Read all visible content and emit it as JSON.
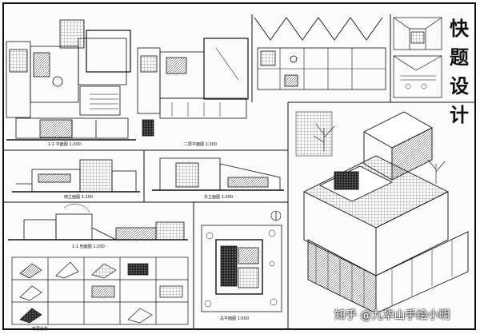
{
  "title_chars": [
    "快",
    "题",
    "设",
    "计"
  ],
  "labels": {
    "plan_1_1": "1-1 平面图 1:200",
    "plan_2": "二层平面图 1:200",
    "elev_south": "南立面图 1:200",
    "elev_east": "东立面图 1:200",
    "section": "1-1 剖面图 1:200",
    "site": "总平面图 1:500",
    "analysis": "构思分析"
  },
  "watermark": "知乎 @九华山手绘小明"
}
